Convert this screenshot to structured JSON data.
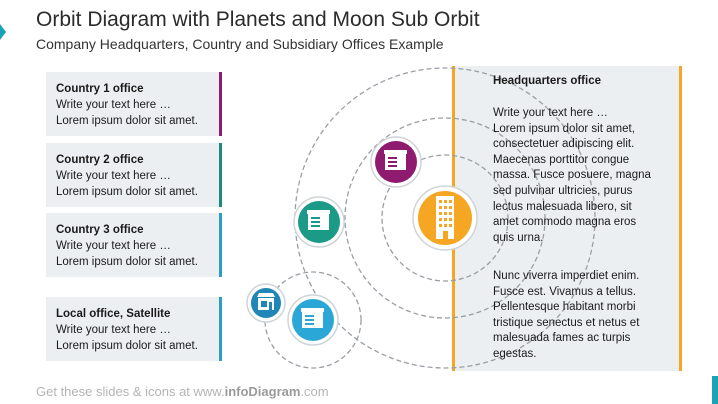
{
  "title": "Orbit Diagram with Planets and Moon Sub Orbit",
  "subtitle": "Company Headquarters, Country and Subsidiary Offices Example",
  "offices": [
    {
      "name": "Country 1 office",
      "line1": "Write your text here …",
      "line2": "Lorem ipsum dolor sit amet.",
      "color": "#8e1b6f"
    },
    {
      "name": "Country 2 office",
      "line1": "Write your text here …",
      "line2": "Lorem ipsum dolor sit amet.",
      "color": "#1b8a7a"
    },
    {
      "name": "Country 3 office",
      "line1": "Write your text here …",
      "line2": "Lorem ipsum dolor sit amet.",
      "color": "#2a9fc0"
    },
    {
      "name": "Local office, Satellite",
      "line1": "Write your text here …",
      "line2": "Lorem ipsum dolor sit amet.",
      "color": "#2a9fc0"
    }
  ],
  "hq": {
    "title": "Headquarters office",
    "paragraph1": [
      "Write your text here …",
      "Lorem ipsum dolor sit amet,",
      "consectetuer adipiscing elit.",
      "Maecenas porttitor congue",
      "massa. Fusce posuere, magna",
      "sed pulvinar ultricies, purus",
      "lectus malesuada libero, sit",
      "amet commodo magna eros",
      "quis urna."
    ],
    "paragraph2": [
      "Nunc viverra imperdiet enim.",
      "Fusce est. Vivamus a tellus.",
      "Pellentesque habitant morbi",
      "tristique senectus et netus et",
      "malesuada fames ac turpis",
      "egestas."
    ],
    "color": "#f5a623"
  },
  "planets": {
    "hq_icon": "office-building-icon",
    "country1_icon": "office-icon",
    "country2_icon": "office-icon",
    "local_icon": "office-icon",
    "satellite_icon": "shop-icon",
    "colors": {
      "hq": "#f5a623",
      "country1": "#8e1b6f",
      "country2": "#1b9a87",
      "local": "#2aa7d6",
      "satellite": "#1f86b5"
    }
  },
  "footer": {
    "prefix": "Get these slides & icons at www.",
    "brand": "infoDiagram",
    "suffix": ".com"
  }
}
